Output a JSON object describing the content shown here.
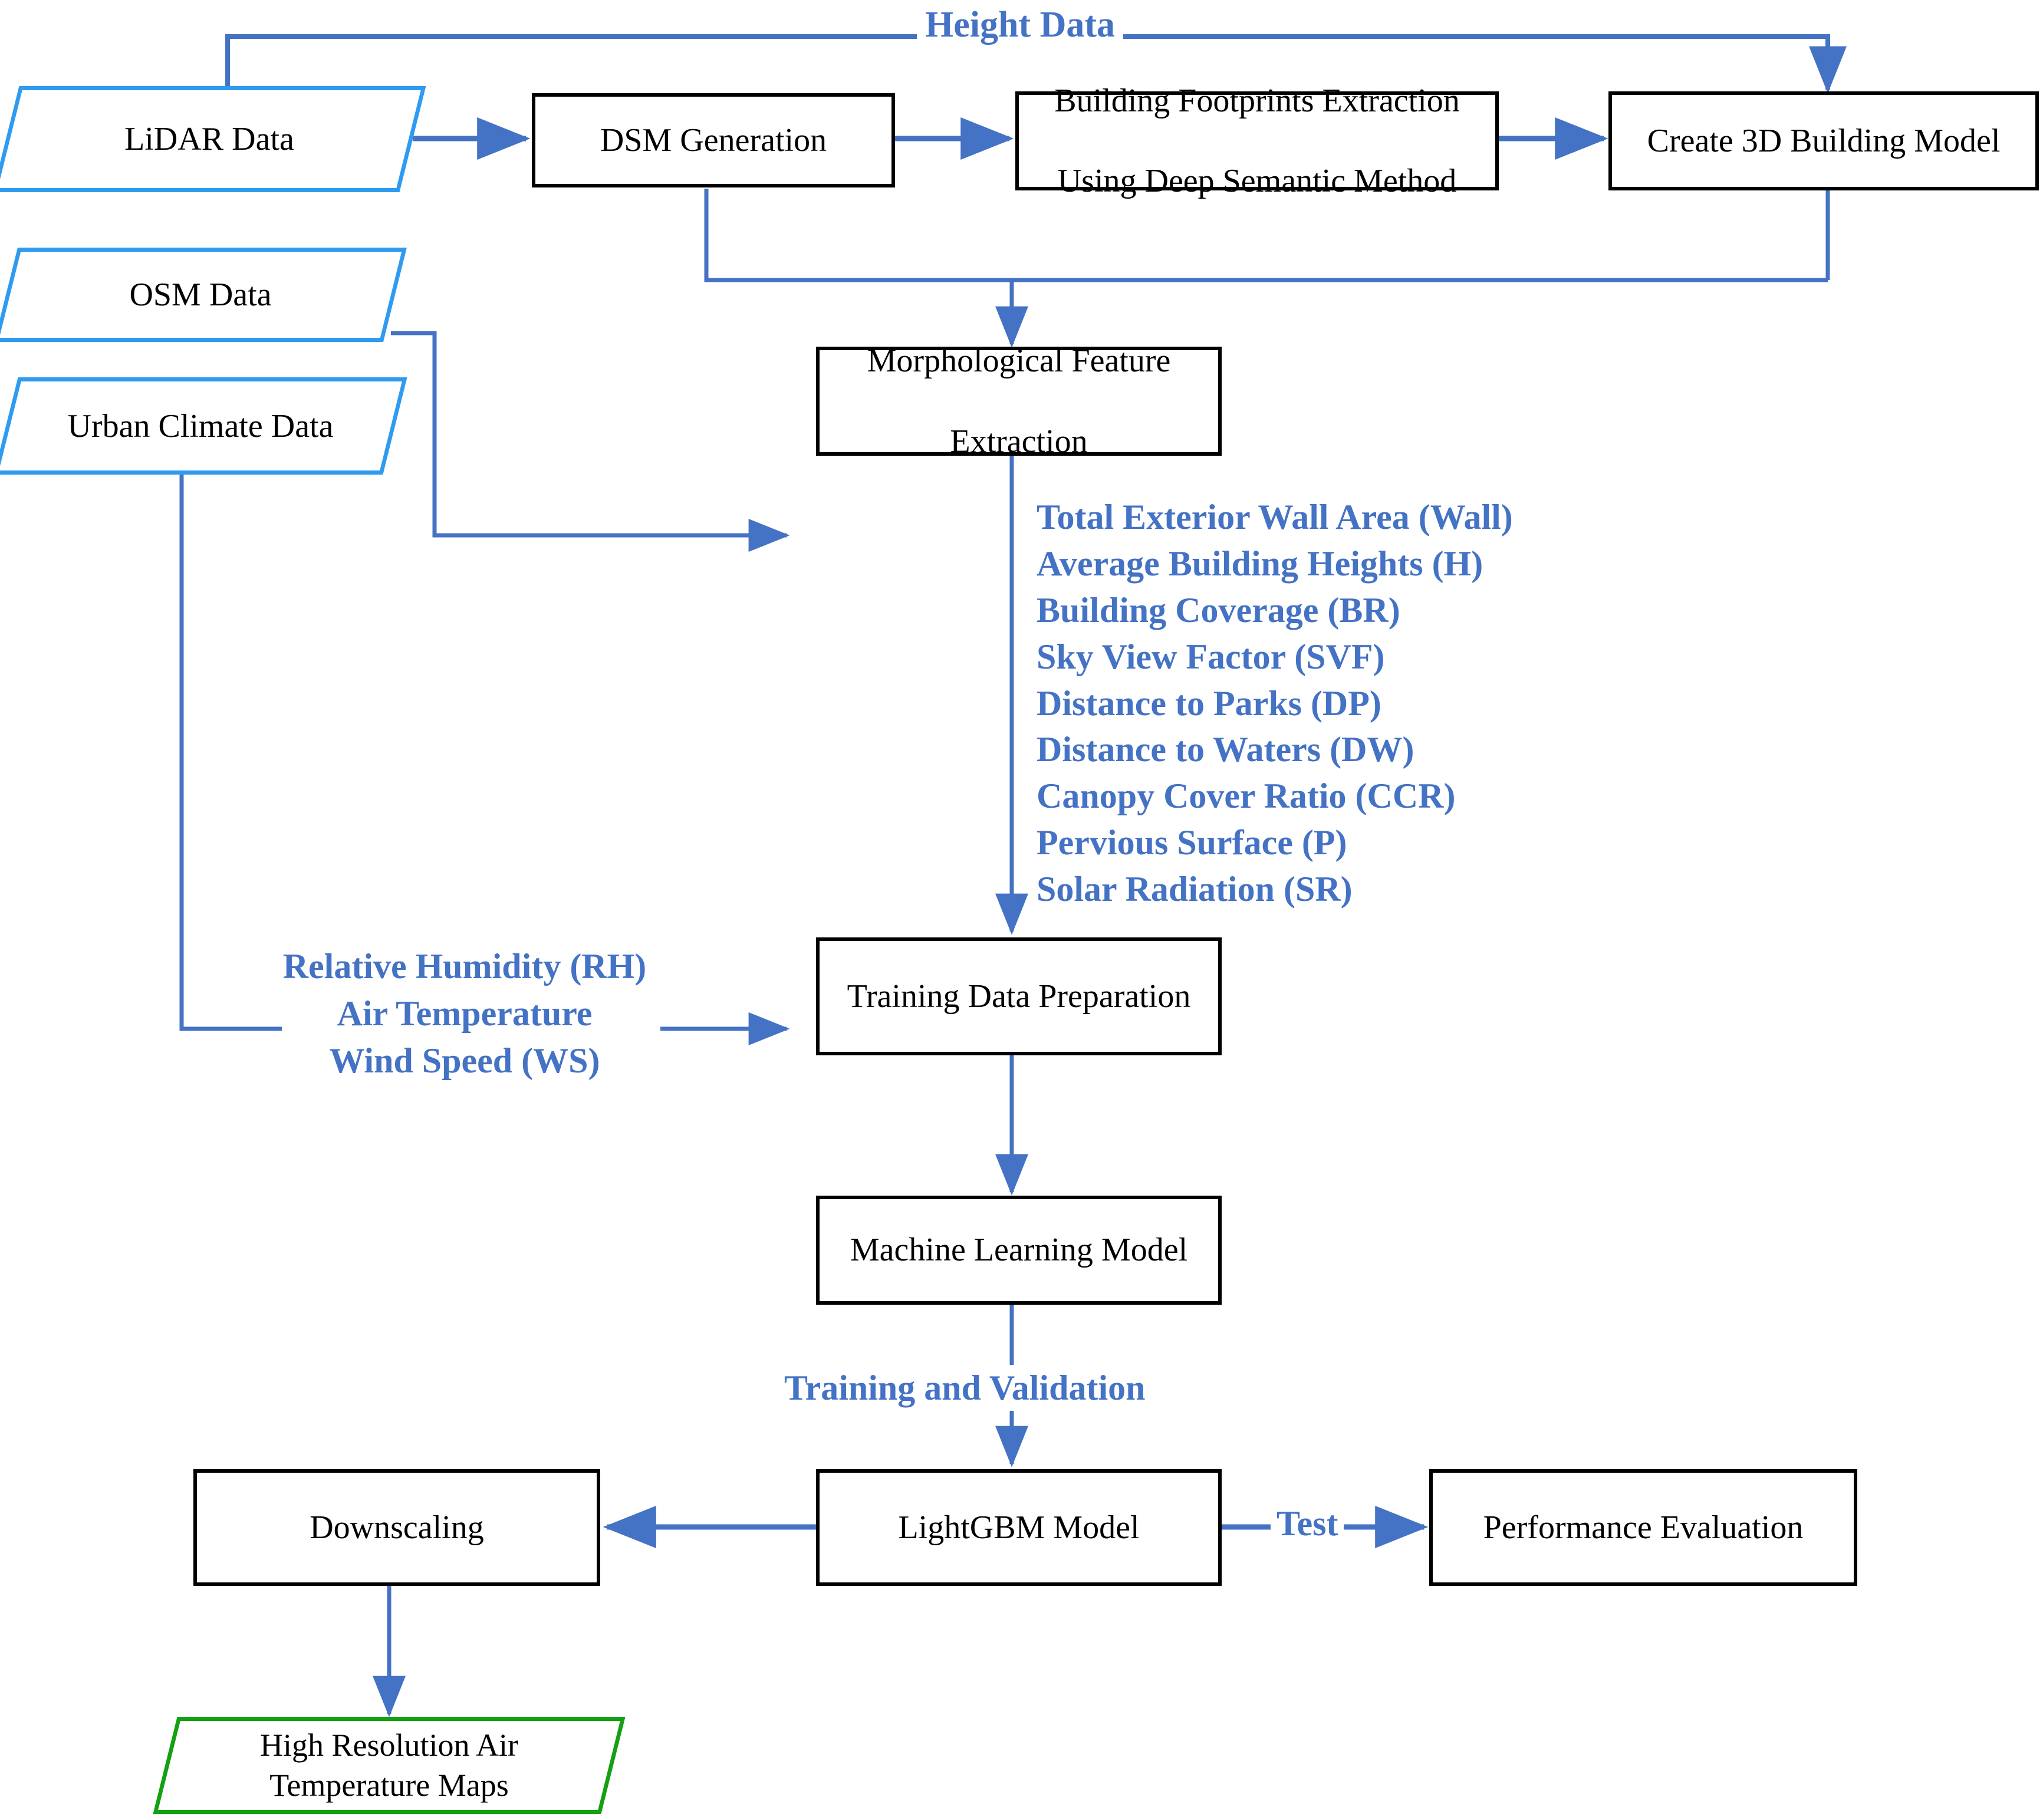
{
  "diagram": {
    "title": "Urban Air Temperature Downscaling Workflow",
    "colors": {
      "arrow_blue": "#4472C4",
      "data_shape_blue": "#2F9BF0",
      "output_shape_green": "#14A014",
      "box_border_black": "#000000",
      "background": "#FFFFFF"
    },
    "data_nodes": [
      {
        "id": "lidar-data",
        "label": "LiDAR Data",
        "shape": "parallelogram",
        "color": "#2F9BF0"
      },
      {
        "id": "osm-data",
        "label": "OSM Data",
        "shape": "parallelogram",
        "color": "#2F9BF0"
      },
      {
        "id": "urban-climate-data",
        "label": "Urban Climate Data",
        "shape": "parallelogram",
        "color": "#2F9BF0"
      }
    ],
    "process_nodes": [
      {
        "id": "dsm-generation",
        "label": "DSM Generation"
      },
      {
        "id": "building-footprints",
        "label_line1": "Building Footprints Extraction",
        "label_line2": "Using Deep Semantic Method"
      },
      {
        "id": "create-3d-building-model",
        "label": "Create 3D Building Model"
      },
      {
        "id": "morphological-feature",
        "label_line1": "Morphological Feature",
        "label_line2": "Extraction"
      },
      {
        "id": "training-data-preparation",
        "label": "Training Data Preparation"
      },
      {
        "id": "machine-learning-model",
        "label": "Machine Learning Model"
      },
      {
        "id": "lightgbm-model",
        "label": "LightGBM Model"
      },
      {
        "id": "downscaling",
        "label": "Downscaling"
      },
      {
        "id": "performance-evaluation",
        "label": "Performance Evaluation"
      }
    ],
    "output_node": {
      "id": "high-resolution-air-temperature-maps",
      "label_line1": "High Resolution Air",
      "label_line2": "Temperature Maps",
      "shape": "parallelogram",
      "color": "#14A014"
    },
    "edge_labels": {
      "height_data": "Height Data",
      "training_and_validation": "Training and Validation",
      "test": "Test"
    },
    "morphological_features": [
      "Total Exterior Wall Area (Wall)",
      "Average Building Heights (H)",
      "Building Coverage (BR)",
      "Sky View Factor (SVF)",
      "Distance to Parks (DP)",
      "Distance to Waters (DW)",
      "Canopy Cover Ratio (CCR)",
      "Pervious Surface (P)",
      "Solar Radiation (SR)"
    ],
    "climate_variables": [
      "Relative Humidity (RH)",
      "Air Temperature",
      "Wind Speed (WS)"
    ]
  }
}
